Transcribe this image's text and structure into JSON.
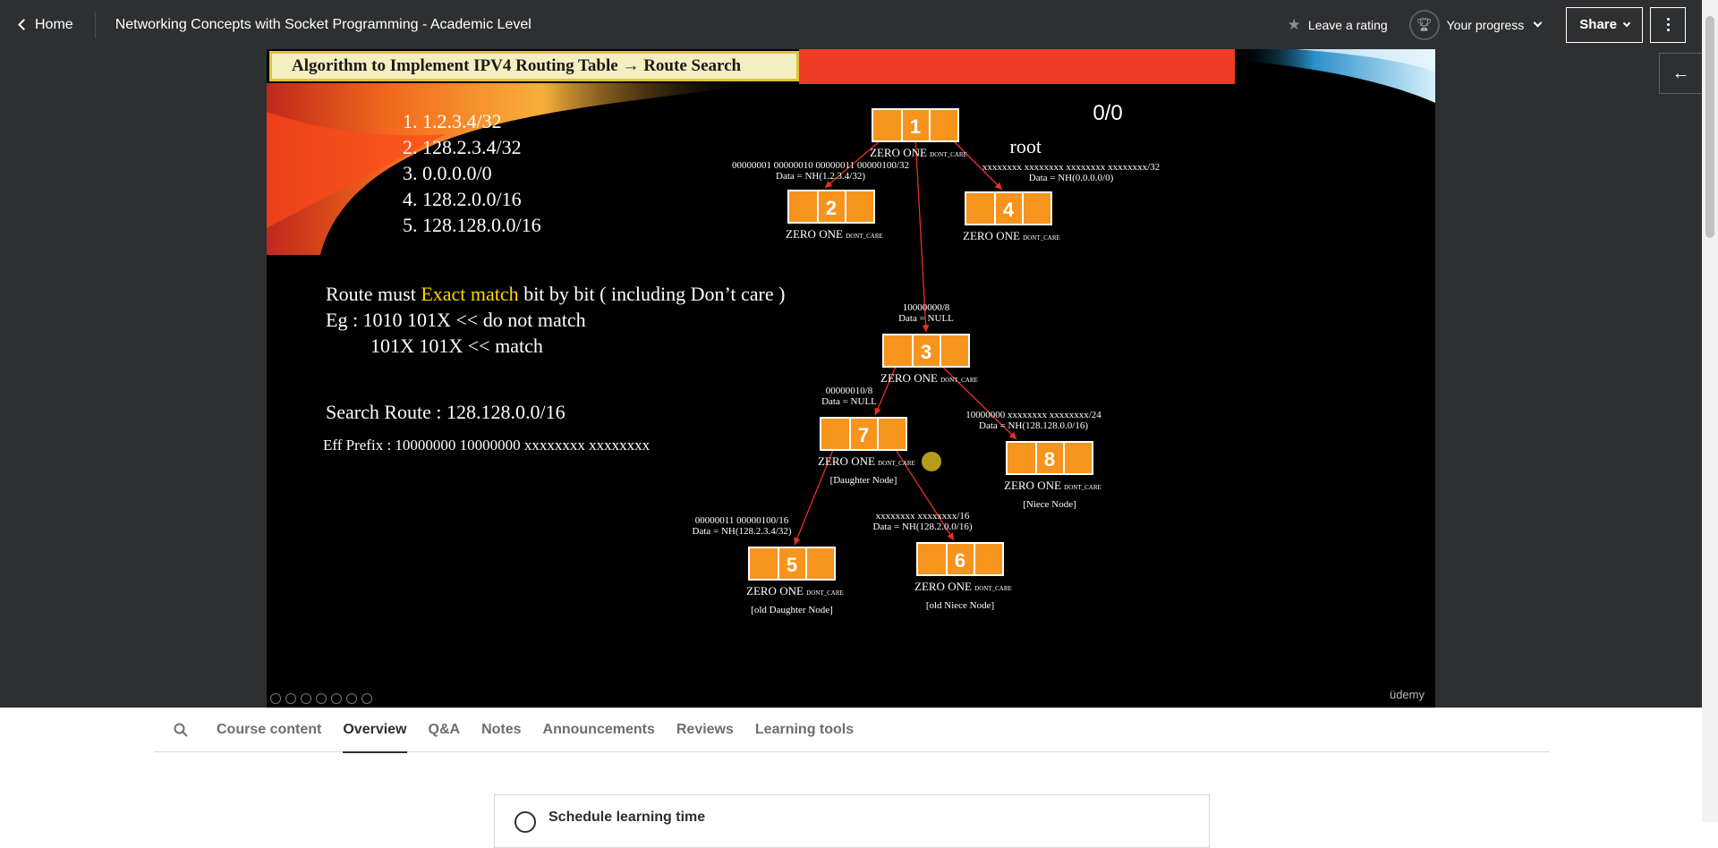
{
  "header": {
    "home_label": "Home",
    "course_title": "Networking Concepts with Socket Programming - Academic Level",
    "rating_label": "Leave a rating",
    "progress_label": "Your progress",
    "share_label": "Share"
  },
  "slide": {
    "title": "Algorithm to Implement IPV4 Routing Table → Route Search",
    "routes": [
      "1. 1.2.3.4/32",
      "2. 128.2.3.4/32",
      "3. 0.0.0.0/0",
      "4. 128.2.0.0/16",
      "5. 128.128.0.0/16"
    ],
    "rule_prefix": "Route must ",
    "rule_highlight": "Exact match",
    "rule_suffix": " bit by bit ( including Don’t care )",
    "example_1": "Eg : 1010  101X   << do not match",
    "example_2": "101X 101X  << match",
    "search_route": "Search Route : 128.128.0.0/16",
    "eff_prefix": "Eff Prefix : 10000000 10000000 xxxxxxxx xxxxxxxx",
    "tree": {
      "root_caption": "0/0",
      "root_label": "root",
      "child_labels": [
        "ZERO",
        "ONE",
        "DONT_CARE"
      ],
      "nodes": [
        {
          "id": "1",
          "captions": [],
          "note": ""
        },
        {
          "id": "2",
          "captions": [
            "00000001 00000010 00000011 00000100/32",
            "Data = NH(1.2.3.4/32)"
          ],
          "note": ""
        },
        {
          "id": "4",
          "captions": [
            "xxxxxxxx  xxxxxxxx  xxxxxxxx  xxxxxxxx/32",
            "Data = NH(0.0.0.0/0)"
          ],
          "note": ""
        },
        {
          "id": "3",
          "captions": [
            "10000000/8",
            "Data = NULL"
          ],
          "note": ""
        },
        {
          "id": "7",
          "captions": [
            "00000010/8",
            "Data = NULL"
          ],
          "note": "[Daughter Node]"
        },
        {
          "id": "8",
          "captions": [
            "10000000 xxxxxxxx xxxxxxxx/24",
            "Data = NH(128.128.0.0/16)"
          ],
          "note": "[Niece Node]"
        },
        {
          "id": "5",
          "captions": [
            "00000011 00000100/16",
            "Data = NH(128.2.3.4/32)"
          ],
          "note": "[old Daughter Node]"
        },
        {
          "id": "6",
          "captions": [
            "xxxxxxxx xxxxxxxx/16",
            "Data = NH(128.2.0.0/16)"
          ],
          "note": "[old Niece Node]"
        }
      ]
    },
    "watermark": "üdemy",
    "colors": {
      "node_fill": "#f7941d",
      "arrow": "#e8311f",
      "highlight": "#ffd700",
      "title_bg": "#f3efc0",
      "red_bar": "#f03c24"
    }
  },
  "tabs": [
    "Course content",
    "Overview",
    "Q&A",
    "Notes",
    "Announcements",
    "Reviews",
    "Learning tools"
  ],
  "active_tab": "Overview",
  "schedule_card": {
    "title": "Schedule learning time"
  },
  "icons": {
    "home": "chevron-left-icon",
    "rating": "star-icon",
    "progress": "trophy-icon",
    "more": "kebab-icon",
    "sidebar": "arrow-left-icon",
    "search": "search-icon",
    "schedule": "alarm-clock-icon"
  }
}
